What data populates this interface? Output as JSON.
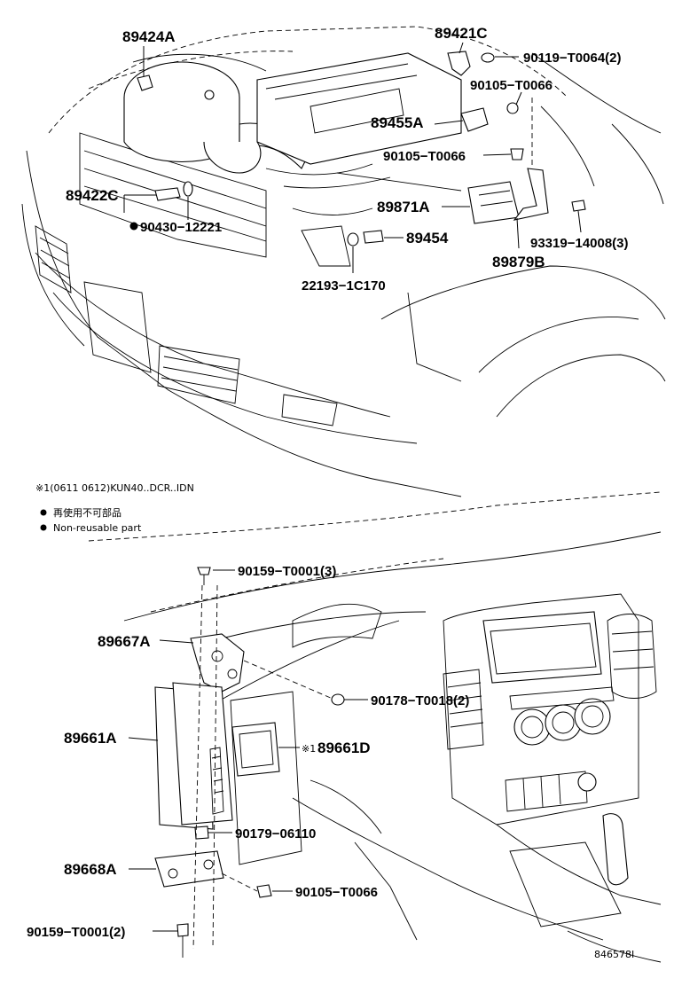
{
  "top_section": {
    "labels": {
      "p89424A": "89424A",
      "p89421C": "89421C",
      "p90119": "90119−T0064(2)",
      "p90105a": "90105−T0066",
      "p89455A": "89455A",
      "p90105b": "90105−T0066",
      "p89422C": "89422C",
      "p89871A": "89871A",
      "p90430": "90430−12221",
      "p89454": "89454",
      "p93319": "93319−14008(3)",
      "p89879B": "89879B",
      "p22193": "22193−1C170"
    }
  },
  "notes": {
    "applicability": "※1(0611  0612)KUN40..DCR..IDN",
    "non_reusable_jp": "再使用不可部品",
    "non_reusable_en": "Non-reusable part"
  },
  "bottom_section": {
    "labels": {
      "p90159a": "90159−T0001(3)",
      "p89667A": "89667A",
      "p90178": "90178−T0018(2)",
      "p89661A": "89661A",
      "p89661D": "89661D",
      "p89661D_mark": "※1",
      "p90179": "90179−06110",
      "p89668A": "89668A",
      "p90105c": "90105−T0066",
      "p90159b": "90159−T0001(2)"
    }
  },
  "illustration_number": "846578I"
}
